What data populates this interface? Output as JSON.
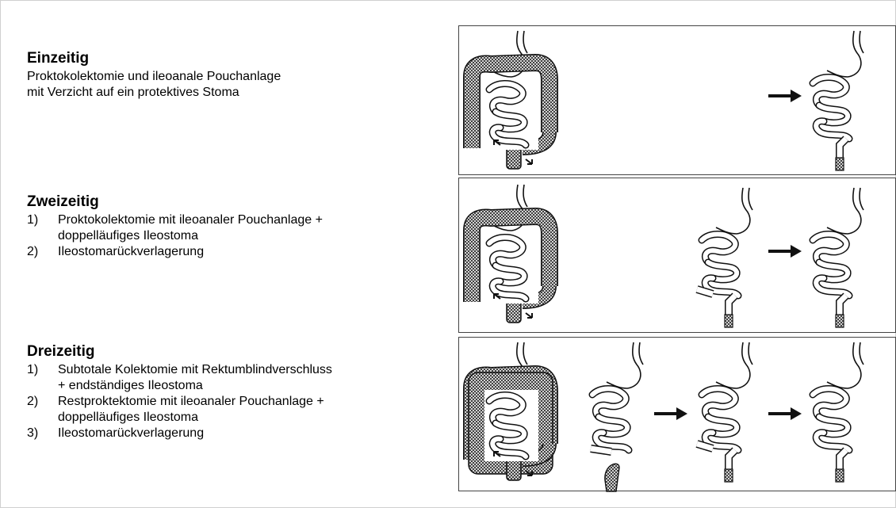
{
  "sections": [
    {
      "title": "Einzeitig",
      "description": [
        "Proktokolektomie und ileoanale Pouchanlage",
        "mit Verzicht auf ein protektives Stoma"
      ]
    },
    {
      "title": "Zweizeitig",
      "steps": [
        {
          "num": "1)",
          "text": [
            "Proktokolektomie mit ileoanaler Pouchanlage +",
            "doppelläufiges Ileostoma"
          ]
        },
        {
          "num": "2)",
          "text": [
            "Ileostomarückverlagerung"
          ]
        }
      ]
    },
    {
      "title": "Dreizeitig",
      "steps": [
        {
          "num": "1)",
          "text": [
            "Subtotale Kolektomie mit Rektumblindverschluss",
            "+ endständiges Ileostoma"
          ]
        },
        {
          "num": "2)",
          "text": [
            "Restproktektomie mit ileoanaler Pouchanlage +",
            "doppelläufiges Ileostoma"
          ]
        },
        {
          "num": "3)",
          "text": [
            "Ileostomarückverlagerung"
          ]
        }
      ]
    }
  ],
  "colors": {
    "stroke": "#111111",
    "panel_border": "#444444",
    "hatch": "#222222"
  },
  "panels": [
    {
      "figures": [
        "colon-full",
        "arrow",
        "pouch"
      ]
    },
    {
      "figures": [
        "colon-full",
        "pouch-stoma",
        "arrow",
        "pouch"
      ]
    },
    {
      "figures": [
        "colon-subtotal",
        "stoma-rectum",
        "arrow",
        "pouch-stoma",
        "arrow",
        "pouch"
      ]
    }
  ]
}
